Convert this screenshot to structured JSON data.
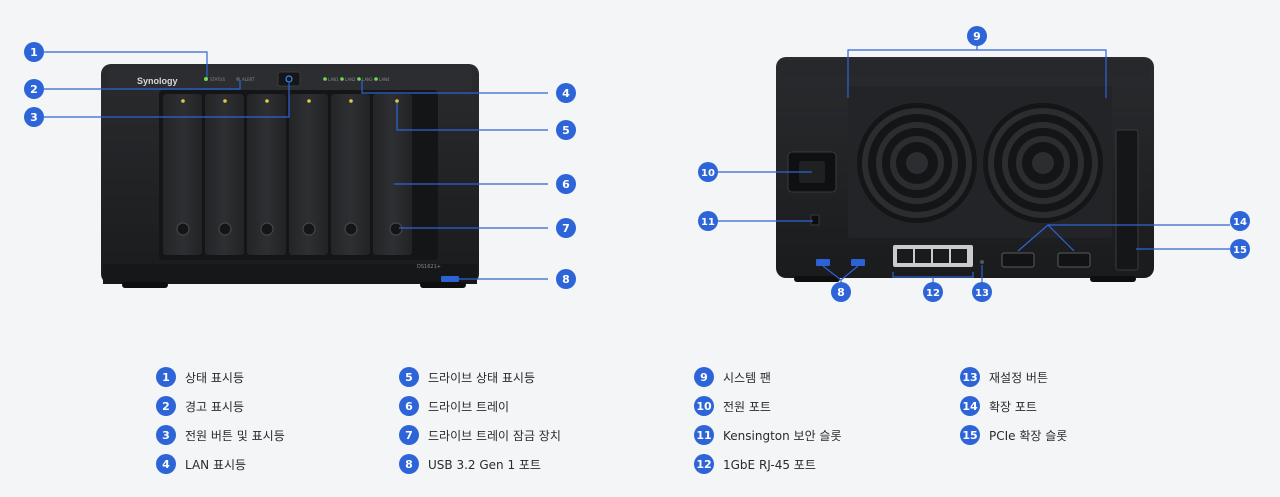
{
  "front_panel": {
    "brand": "Synology",
    "model": "DS1621+",
    "indicator_labels": [
      "STATUS",
      "ALERT"
    ],
    "lan_labels": [
      "LAN1",
      "LAN2",
      "LAN3",
      "LAN4"
    ]
  },
  "callouts": [
    {
      "num": "1",
      "label": "상태 표시등"
    },
    {
      "num": "2",
      "label": "경고 표시등"
    },
    {
      "num": "3",
      "label": "전원 버튼 및 표시등"
    },
    {
      "num": "4",
      "label": "LAN 표시등"
    },
    {
      "num": "5",
      "label": "드라이브 상태 표시등"
    },
    {
      "num": "6",
      "label": "드라이브 트레이"
    },
    {
      "num": "7",
      "label": "드라이브 트레이 잠금 장치"
    },
    {
      "num": "8",
      "label": "USB 3.2 Gen 1 포트"
    },
    {
      "num": "9",
      "label": "시스템 팬"
    },
    {
      "num": "10",
      "label": "전원 포트"
    },
    {
      "num": "11",
      "label": "Kensington 보안 슬롯"
    },
    {
      "num": "12",
      "label": "1GbE RJ-45 포트"
    },
    {
      "num": "13",
      "label": "재설정 버튼"
    },
    {
      "num": "14",
      "label": "확장 포트"
    },
    {
      "num": "15",
      "label": "PCIe 확장 슬롯"
    }
  ],
  "colors": {
    "badge": "#2d64d8",
    "chassis": "#1e1f21",
    "background": "#f4f5f6"
  }
}
